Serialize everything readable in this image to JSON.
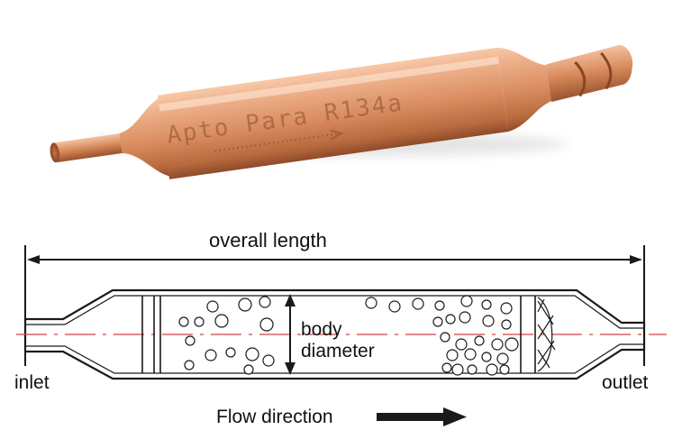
{
  "photo": {
    "engraving": "Apto Para R134a",
    "colors": {
      "copper_light": "#f2b896",
      "copper_mid": "#d98a5c",
      "copper_dark": "#9a5230"
    }
  },
  "diagram": {
    "labels": {
      "overall_length": "overall length",
      "body_line1": "body",
      "body_line2": "diameter",
      "inlet": "inlet",
      "outlet": "outlet",
      "flow_direction": "Flow direction"
    },
    "colors": {
      "line": "#1a1a1a",
      "centerline": "#d04040"
    },
    "icons": [
      "double-arrow-icon",
      "flow-arrow-icon",
      "screen-mesh-icon"
    ]
  }
}
